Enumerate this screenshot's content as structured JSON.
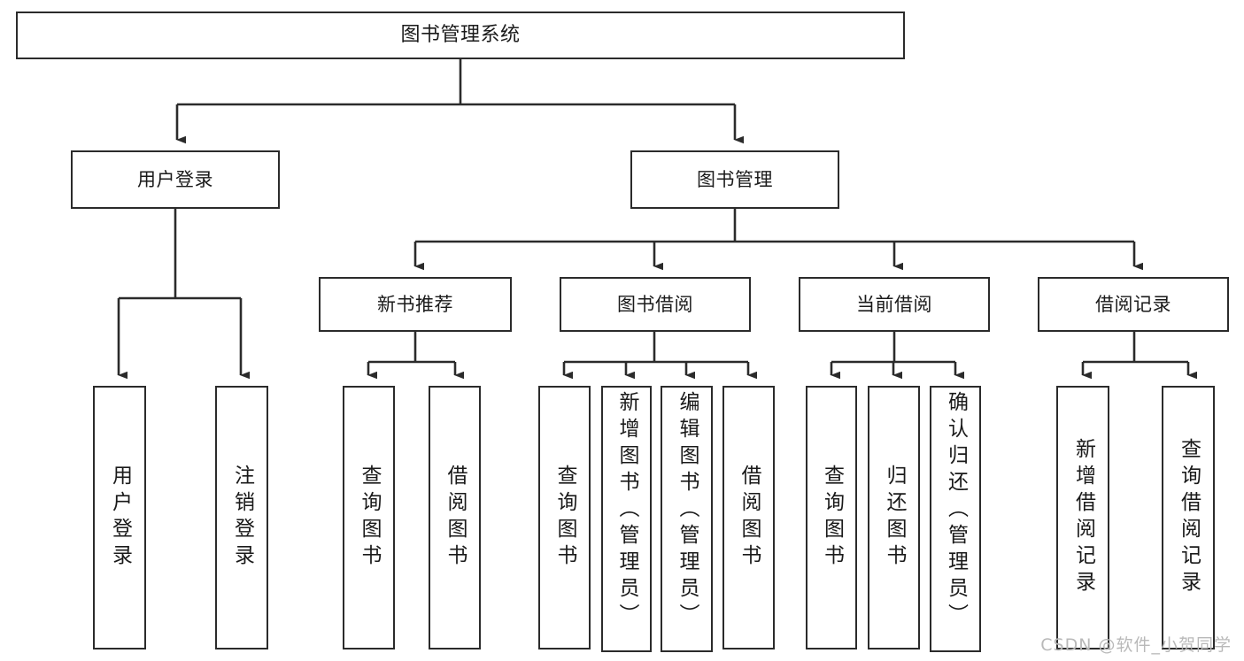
{
  "diagram": {
    "type": "tree-hierarchy-chart",
    "title": "图书管理系统",
    "stroke_color": "#2b2b2b",
    "background_color": "#ffffff",
    "text_color": "#1a1a1a"
  },
  "nodes": {
    "root": {
      "label": "图书管理系统"
    },
    "level2": [
      {
        "label": "用户登录"
      },
      {
        "label": "图书管理"
      }
    ],
    "level3": [
      {
        "label": "新书推荐"
      },
      {
        "label": "图书借阅"
      },
      {
        "label": "当前借阅"
      },
      {
        "label": "借阅记录"
      }
    ],
    "leaves": [
      {
        "label": "用户登录"
      },
      {
        "label": "注销登录"
      },
      {
        "label": "查询图书"
      },
      {
        "label": "借阅图书"
      },
      {
        "label": "查询图书"
      },
      {
        "label": "新增图书（管理员）"
      },
      {
        "label": "编辑图书（管理员）"
      },
      {
        "label": "借阅图书"
      },
      {
        "label": "查询图书"
      },
      {
        "label": "归还图书"
      },
      {
        "label": "确认归还（管理员）"
      },
      {
        "label": "新增借阅记录"
      },
      {
        "label": "查询借阅记录"
      }
    ]
  },
  "watermark": {
    "text": "CSDN @软件_小贺同学"
  }
}
